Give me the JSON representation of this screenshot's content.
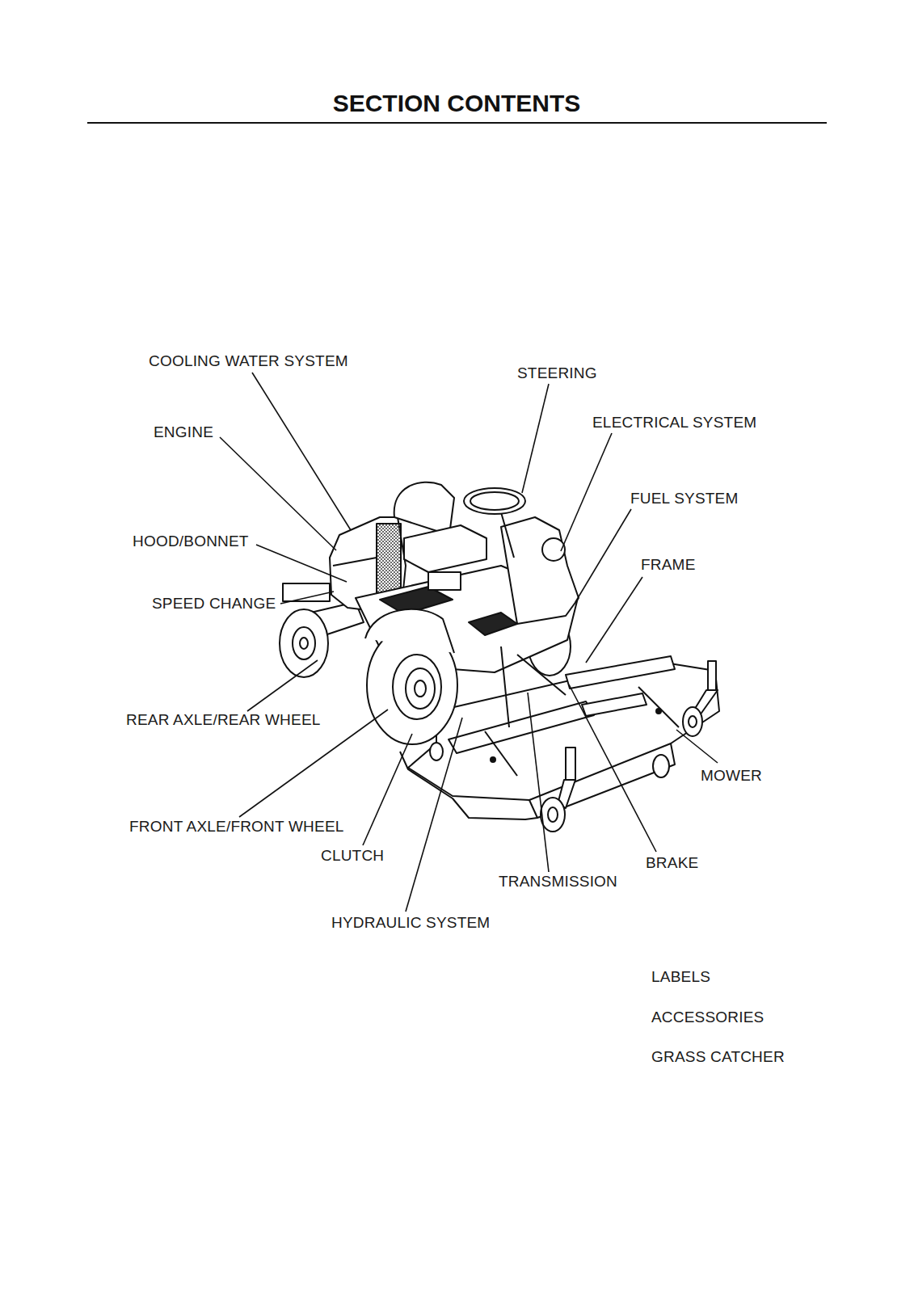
{
  "diagram": {
    "title": "SECTION CONTENTS",
    "labels": [
      "COOLING WATER SYSTEM",
      "STEERING",
      "ELECTRICAL SYSTEM",
      "ENGINE",
      "FUEL SYSTEM",
      "HOOD/BONNET",
      "FRAME",
      "SPEED CHANGE",
      "REAR AXLE/REAR WHEEL",
      "MOWER",
      "FRONT AXLE/FRONT WHEEL",
      "CLUTCH",
      "BRAKE",
      "TRANSMISSION",
      "HYDRAULIC SYSTEM",
      "LABELS",
      "ACCESSORIES",
      "GRASS CATCHER"
    ]
  }
}
